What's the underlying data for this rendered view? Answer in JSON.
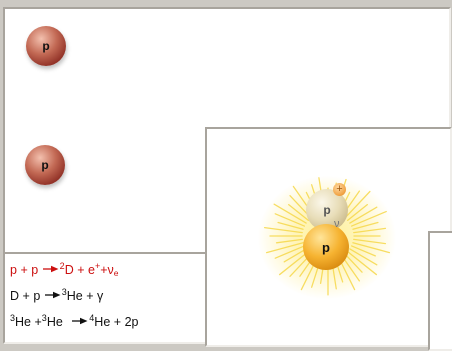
{
  "proton_label": "p",
  "positron_sign": "+",
  "neutrino_symbol": "ν",
  "equations": {
    "line1": {
      "p1": "p",
      "plus1": "+",
      "p2": "p",
      "d_mass": "2",
      "d": "D",
      "plus2": "+",
      "e": "e",
      "e_charge": "+",
      "plus3": "+",
      "nu": "ν",
      "nu_sub": "e"
    },
    "line2": {
      "d": "D",
      "plus1": "+",
      "p": "p",
      "he_mass": "3",
      "he": "He",
      "plus2": "+",
      "gamma": "γ"
    },
    "line3": {
      "he1_mass": "3",
      "he1": "He",
      "plus1": "+",
      "he2_mass": "3",
      "he2": "He",
      "he4_mass": "4",
      "he4": "He",
      "plus2": "+",
      "two_p": "2p"
    }
  },
  "colors": {
    "reaction_highlight": "#cc0f0f",
    "proton_red": "#a8402f",
    "proton_orange": "#f2a81f",
    "glow": "#ffe86e",
    "panel": "#ffffff",
    "window_bg": "#ccc9c3"
  }
}
